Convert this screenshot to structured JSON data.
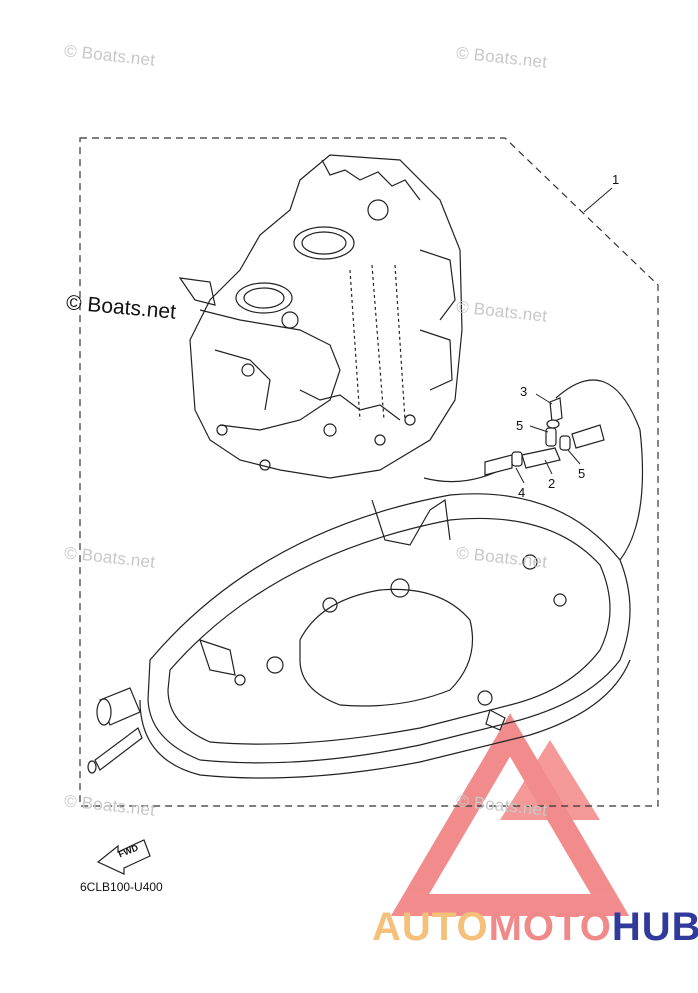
{
  "watermark": {
    "text": "Boats.net",
    "main_text": "Boats.net",
    "symbol": "©"
  },
  "callouts": [
    "1",
    "2",
    "3",
    "4",
    "5",
    "5"
  ],
  "fwd_label": "FWD",
  "part_code": "6CLB100-U400",
  "brand": {
    "part1": "AUTO",
    "part2": "MOTO",
    "part3": "HUB"
  },
  "colors": {
    "line": "#222222",
    "watermark": "#c8c8c8",
    "logo_red": "#f07070",
    "brand_orange": "#f5c07a",
    "brand_pink": "#f08a8a",
    "brand_blue": "#2f3a9a"
  }
}
